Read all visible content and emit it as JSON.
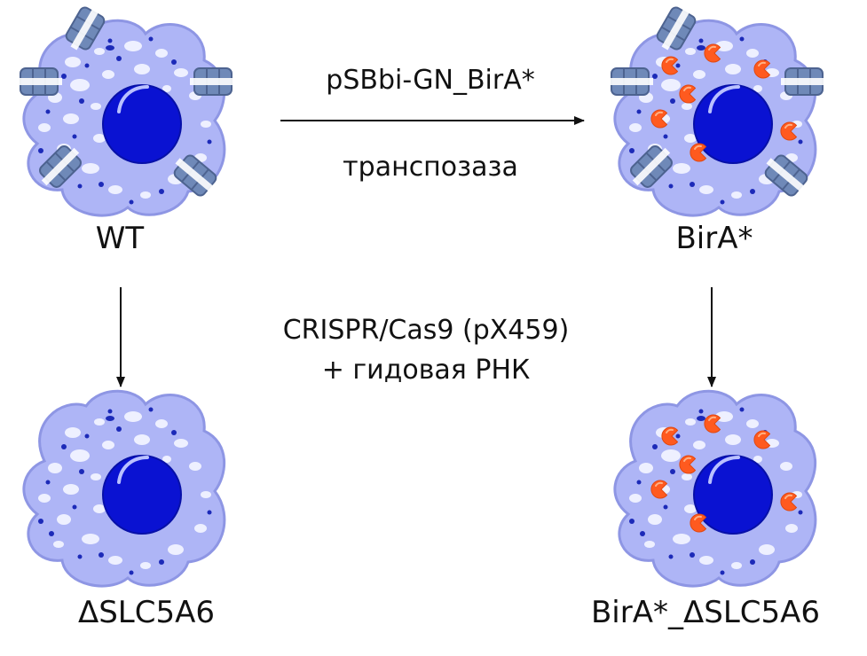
{
  "colors": {
    "cytoplasm": "#aeb5f6",
    "cytoplasm_stroke": "#8e96e4",
    "vesicle": "#eef0ff",
    "nucleus": "#0a12d2",
    "nucleus_highlight": "#b9c0ff",
    "speck": "#1c2ab8",
    "receptor": "#6f89b8",
    "receptor_stroke": "#4d6390",
    "biotin_ligase": "#ff5a1f",
    "biotin_ligase_light": "#ffb184",
    "arrow": "#111111"
  },
  "cells": {
    "wt": {
      "label": "WT"
    },
    "bira": {
      "label": "BirA*"
    },
    "knockout": {
      "label": "ΔSLC5A6"
    },
    "bira_knockout": {
      "label": "BirA*_ΔSLC5A6"
    }
  },
  "arrows": {
    "transfection": {
      "label_top": "pSBbi-GN_BirA*",
      "label_bottom": "транспозаза"
    },
    "editing": {
      "label_line1": "CRISPR/Cas9 (pX459)",
      "label_line2": "+ гидовая РНК"
    }
  }
}
